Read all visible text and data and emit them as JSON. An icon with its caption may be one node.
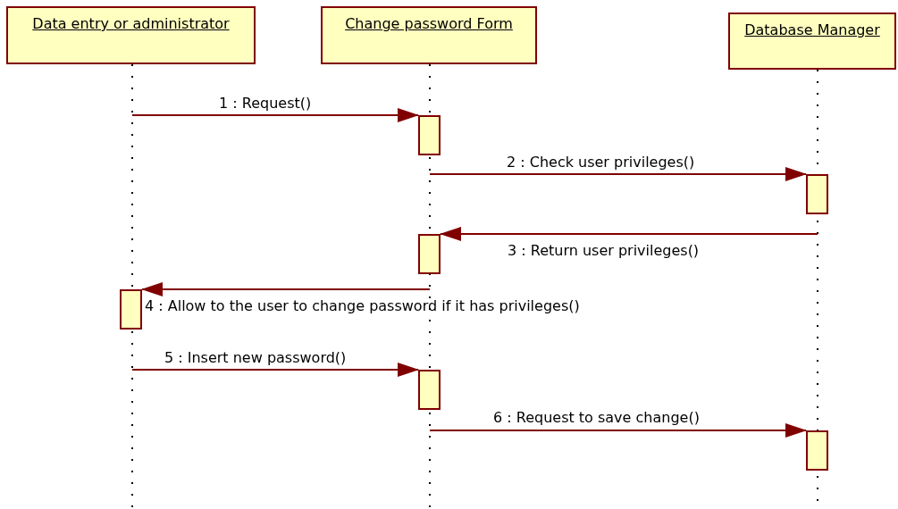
{
  "diagram": {
    "nodes": [
      {
        "text": [
          "Data entry or administrator"
        ]
      },
      {
        "text": [
          "Change password Form"
        ]
      },
      {
        "text": [
          "Database Manager"
        ]
      },
      {
        "text": [],
        "shape": "box"
      },
      {
        "text": [],
        "shape": "box"
      },
      {
        "text": [],
        "shape": "box"
      },
      {
        "text": [],
        "shape": "box"
      },
      {
        "text": [],
        "shape": "box"
      },
      {
        "text": [],
        "shape": "box"
      }
    ],
    "edges": [
      {
        "from": 0,
        "to": null,
        "arrow": "none",
        "style": "dashed",
        "color": "#000000"
      },
      {
        "from": 1,
        "to": null,
        "arrow": "none",
        "style": "dashed",
        "color": "#000000"
      },
      {
        "from": 2,
        "to": null,
        "arrow": "none",
        "style": "dashed",
        "color": "#000000"
      },
      {
        "from": null,
        "to": 3,
        "arrow": "to",
        "label": "1 : Request()"
      },
      {
        "from": null,
        "to": 4,
        "arrow": "to",
        "label": "2 : Check user privileges()"
      },
      {
        "from": null,
        "to": 5,
        "arrow": "to",
        "label": "3 : Return user privileges()"
      },
      {
        "from": null,
        "to": 6,
        "arrow": "to",
        "label": "4 : Allow to the user to change password if it has privileges()"
      },
      {
        "from": null,
        "to": 7,
        "arrow": "to",
        "label": "5 : Insert new password()"
      },
      {
        "from": null,
        "to": 8,
        "arrow": "to",
        "label": "6 : Request to save change()"
      }
    ]
  }
}
